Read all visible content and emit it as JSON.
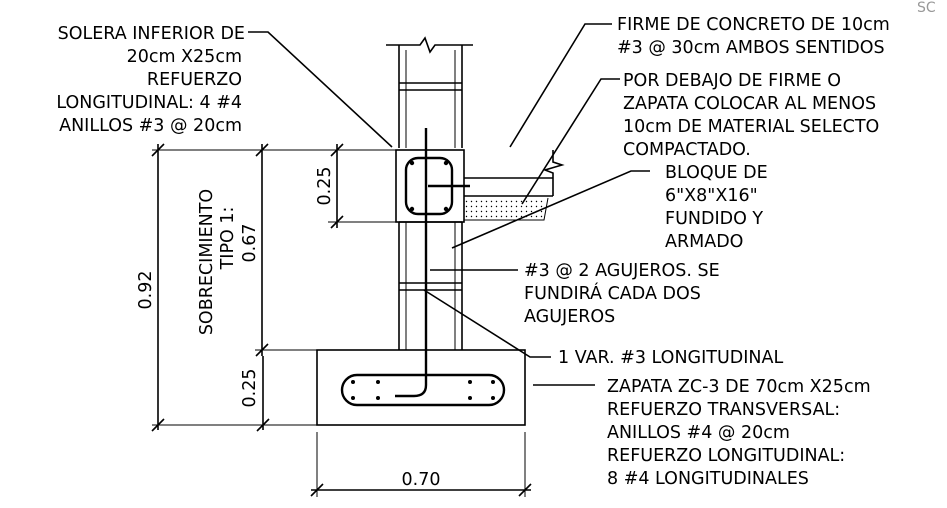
{
  "corner_mark": "SC",
  "notes": {
    "solera": [
      "SOLERA INFERIOR DE",
      "20cm X25cm",
      "REFUERZO",
      "LONGITUDINAL: 4 #4",
      "ANILLOS #3 @ 20cm"
    ],
    "firme": [
      "FIRME DE CONCRETO DE 10cm",
      "#3 @ 30cm AMBOS SENTIDOS"
    ],
    "material": [
      "POR DEBAJO DE FIRME O",
      "ZAPATA COLOCAR AL MENOS",
      "10cm DE MATERIAL SELECTO",
      "COMPACTADO."
    ],
    "bloque": [
      "BLOQUE DE",
      "6\"X8\"X16\"",
      "FUNDIDO Y",
      "ARMADO"
    ],
    "agujeros": [
      "#3 @ 2 AGUJEROS. SE",
      "FUNDIRÁ CADA DOS",
      "AGUJEROS"
    ],
    "varilla": [
      "1 VAR. #3 LONGITUDINAL"
    ],
    "zapata": [
      "ZAPATA ZC-3 DE 70cm X25cm",
      "REFUERZO TRANSVERSAL:",
      "ANILLOS #4 @ 20cm",
      "REFUERZO LONGITUDINAL:",
      "8 #4 LONGITUDINALES"
    ],
    "sobrecimiento": [
      "SOBRECIMIENTO",
      "TIPO 1:"
    ]
  },
  "dimensions": {
    "total_height": "0.92",
    "sobrecimiento_height": "0.67",
    "solera_height": "0.25",
    "zapata_height": "0.25",
    "zapata_width": "0.70"
  }
}
